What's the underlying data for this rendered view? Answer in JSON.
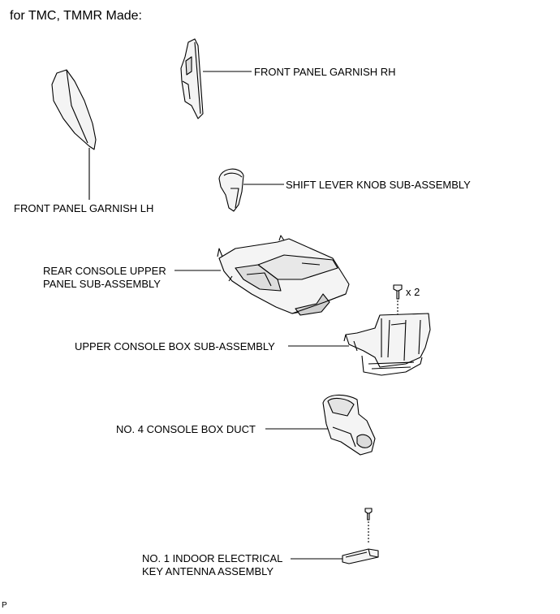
{
  "heading": "for TMC, TMMR Made:",
  "labels": {
    "front_panel_garnish_rh": "FRONT PANEL GARNISH RH",
    "front_panel_garnish_lh": "FRONT PANEL GARNISH LH",
    "shift_lever_knob": "SHIFT LEVER KNOB SUB-ASSEMBLY",
    "rear_console_line1": "REAR CONSOLE UPPER",
    "rear_console_line2": "PANEL SUB-ASSEMBLY",
    "bolt_qty": "x 2",
    "upper_console_box": "UPPER CONSOLE BOX SUB-ASSEMBLY",
    "console_box_duct": "NO. 4 CONSOLE BOX DUCT",
    "antenna_line1": "NO. 1 INDOOR ELECTRICAL",
    "antenna_line2": "KEY ANTENNA ASSEMBLY"
  },
  "footer": "P"
}
